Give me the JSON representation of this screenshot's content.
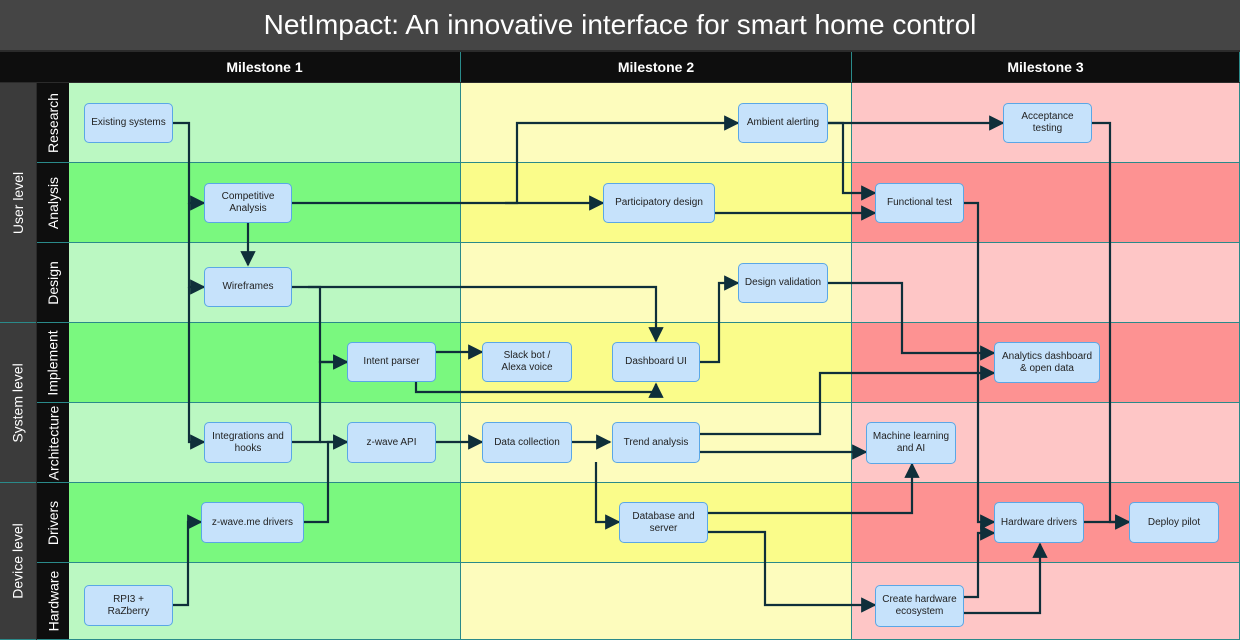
{
  "title": "NetImpact: An innovative interface for smart home control",
  "milestones": [
    "Milestone 1",
    "Milestone 2",
    "Milestone 3"
  ],
  "groups": [
    "User level",
    "System level",
    "Device level"
  ],
  "lanes": [
    "Research",
    "Analysis",
    "Design",
    "Implement",
    "Architecture",
    "Drivers",
    "Hardware"
  ],
  "colors": {
    "milestone1_light": "#bbf8c2",
    "milestone1_dark": "#7af87f",
    "milestone2_light": "#fdfcbd",
    "milestone2_dark": "#fafc8a",
    "milestone3_light": "#fec6c6",
    "milestone3_dark": "#fd9292",
    "node_fill": "#c6e2fb",
    "node_border": "#5aa7e6",
    "edge": "#0f2f3a"
  },
  "nodes": {
    "existing_systems": "Existing systems",
    "competitive_analysis": "Competitive\nAnalysis",
    "wireframes": "Wireframes",
    "intent_parser": "Intent parser",
    "integrations_hooks": "Integrations and\nhooks",
    "zwave_api": "z-wave API",
    "zwave_me_drivers": "z-wave.me drivers",
    "rpi3_razberry": "RPI3 +\nRaZberry",
    "ambient_alerting": "Ambient alerting",
    "participatory_design": "Participatory design",
    "design_validation": "Design validation",
    "slack_bot": "Slack bot /\nAlexa voice",
    "dashboard_ui": "Dashboard UI",
    "data_collection": "Data collection",
    "trend_analysis": "Trend analysis",
    "database_server": "Database and\nserver",
    "acceptance_testing": "Acceptance testing",
    "functional_test": "Functional test",
    "analytics_dashboard": "Analytics dashboard\n& open data",
    "machine_learning": "Machine learning\nand AI",
    "hardware_drivers": "Hardware drivers",
    "deploy_pilot": "Deploy pilot",
    "create_hardware": "Create hardware\necosystem"
  }
}
